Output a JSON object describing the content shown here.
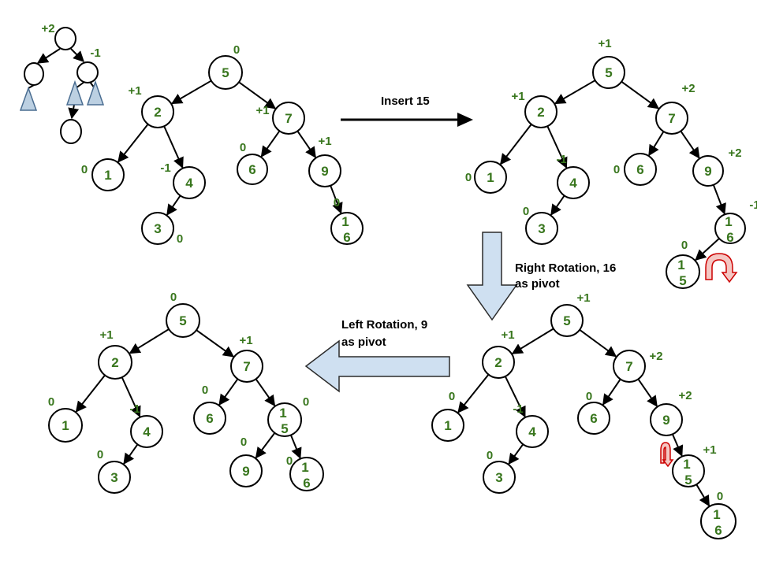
{
  "labels": {
    "insert": "Insert 15",
    "right_rotation": [
      "Right Rotation, 16",
      "as pivot"
    ],
    "left_rotation": [
      "Left Rotation, 9",
      " as pivot"
    ]
  },
  "legend_tree": {
    "balance_factors": [
      "+2",
      "-1"
    ]
  },
  "trees": [
    {
      "id": "before-insert",
      "nodes": [
        {
          "key": "5",
          "bf": "0"
        },
        {
          "key": "2",
          "bf": "+1"
        },
        {
          "key": "7",
          "bf": "+1"
        },
        {
          "key": "1",
          "bf": "0"
        },
        {
          "key": "4",
          "bf": "-1"
        },
        {
          "key": "3",
          "bf": "0"
        },
        {
          "key": "6",
          "bf": "0"
        },
        {
          "key": "9",
          "bf": "+1"
        },
        {
          "key": "16",
          "bf": "0"
        }
      ]
    },
    {
      "id": "after-insert",
      "nodes": [
        {
          "key": "5",
          "bf": "+1"
        },
        {
          "key": "2",
          "bf": "+1"
        },
        {
          "key": "7",
          "bf": "+2"
        },
        {
          "key": "1",
          "bf": "0"
        },
        {
          "key": "4",
          "bf": "-1"
        },
        {
          "key": "3",
          "bf": "0"
        },
        {
          "key": "6",
          "bf": "0"
        },
        {
          "key": "9",
          "bf": "+2"
        },
        {
          "key": "16",
          "bf": "-1"
        },
        {
          "key": "15",
          "bf": "0"
        }
      ]
    },
    {
      "id": "after-right-rotation",
      "nodes": [
        {
          "key": "5",
          "bf": "+1"
        },
        {
          "key": "2",
          "bf": "+1"
        },
        {
          "key": "7",
          "bf": "+2"
        },
        {
          "key": "1",
          "bf": "0"
        },
        {
          "key": "4",
          "bf": "-1"
        },
        {
          "key": "3",
          "bf": "0"
        },
        {
          "key": "6",
          "bf": "0"
        },
        {
          "key": "9",
          "bf": "+2"
        },
        {
          "key": "15",
          "bf": "+1"
        },
        {
          "key": "16",
          "bf": "0"
        }
      ]
    },
    {
      "id": "after-left-rotation",
      "nodes": [
        {
          "key": "5",
          "bf": "0"
        },
        {
          "key": "2",
          "bf": "+1"
        },
        {
          "key": "7",
          "bf": "+1"
        },
        {
          "key": "1",
          "bf": "0"
        },
        {
          "key": "4",
          "bf": "-1"
        },
        {
          "key": "3",
          "bf": "0"
        },
        {
          "key": "6",
          "bf": "0"
        },
        {
          "key": "15",
          "bf": "0"
        },
        {
          "key": "9",
          "bf": "0"
        },
        {
          "key": "16",
          "bf": "0"
        }
      ]
    }
  ]
}
